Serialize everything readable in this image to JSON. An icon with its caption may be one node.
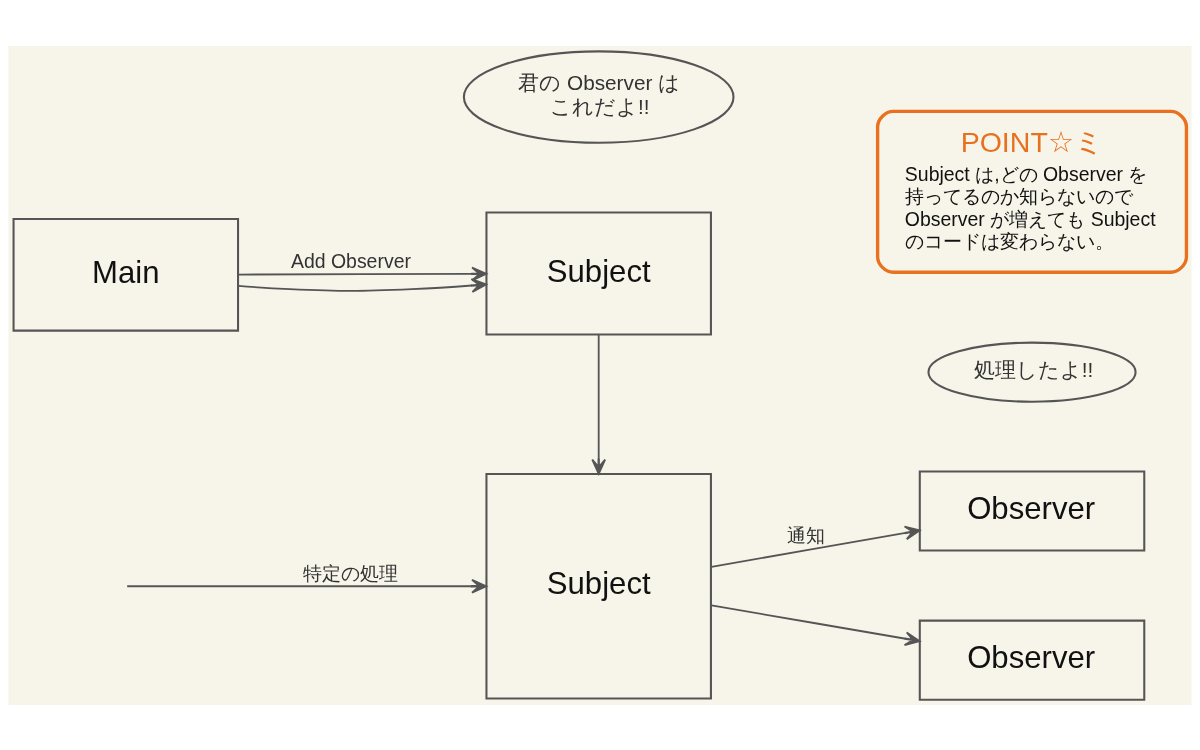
{
  "diagram": {
    "nodes": [
      {
        "text": [
          "君の Observer はこれだよ!!"
        ]
      },
      {
        "text": [
          "POINT☆ミ",
          "Subject は,どの Observer を持ってるのか知らないので Observer が増えても Subject のコードは変わらない。"
        ]
      },
      {
        "text": [
          "Main"
        ]
      },
      {
        "text": [
          "Subject"
        ]
      },
      {
        "text": [
          "Subject"
        ]
      },
      {
        "text": [
          "処理したよ!!"
        ]
      },
      {
        "text": [
          "Observer"
        ]
      },
      {
        "text": [
          "Observer"
        ]
      }
    ],
    "edges": [
      {
        "from": 2,
        "to": 3,
        "arrow": "to",
        "label": "Add Observer"
      },
      {
        "from": 2,
        "to": 3,
        "arrow": "to"
      },
      {
        "from": 3,
        "to": 4,
        "arrow": "to"
      },
      {
        "from": null,
        "to": 4,
        "arrow": "to",
        "label": "特定の処理"
      },
      {
        "from": 4,
        "to": 6,
        "arrow": "to",
        "label": "通知"
      },
      {
        "from": 4,
        "to": 7,
        "arrow": "to"
      }
    ]
  }
}
